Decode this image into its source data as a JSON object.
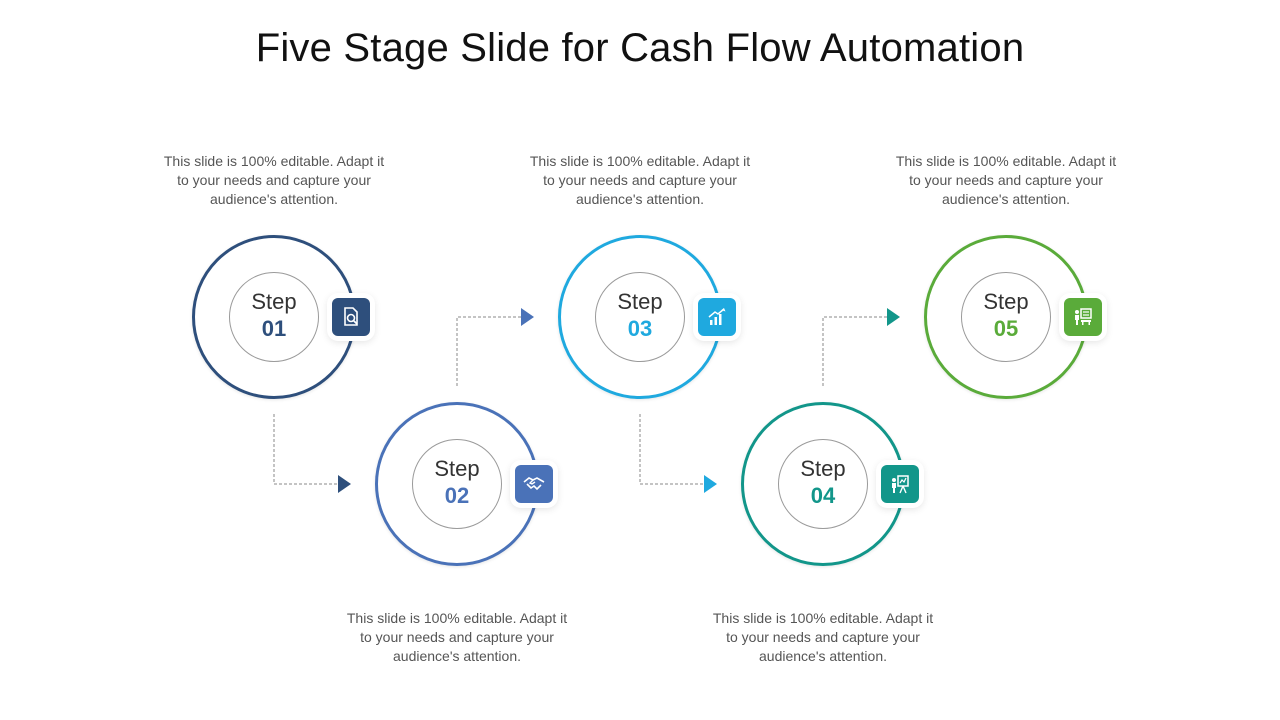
{
  "title": "Five Stage Slide for Cash Flow Automation",
  "description": "This slide is 100% editable. Adapt it to your needs and capture your audience's attention.",
  "steps": [
    {
      "label": "Step",
      "number": "01",
      "color": "#2e4f7c",
      "icon": "document-search-icon"
    },
    {
      "label": "Step",
      "number": "02",
      "color": "#4a72b8",
      "icon": "handshake-icon"
    },
    {
      "label": "Step",
      "number": "03",
      "color": "#1fa9df",
      "icon": "growth-chart-icon"
    },
    {
      "label": "Step",
      "number": "04",
      "color": "#12968a",
      "icon": "presentation-icon"
    },
    {
      "label": "Step",
      "number": "05",
      "color": "#5aab3a",
      "icon": "meeting-board-icon"
    }
  ]
}
